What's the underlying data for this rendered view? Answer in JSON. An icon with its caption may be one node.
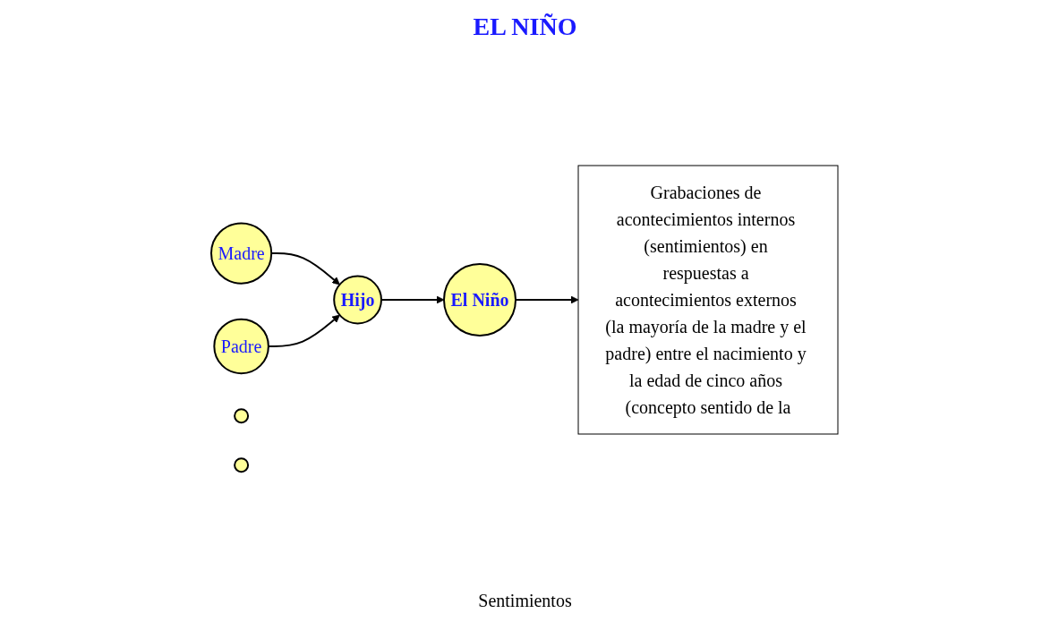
{
  "diagram": {
    "title": "EL NIÑO",
    "nodes": [
      {
        "text": [
          "Madre"
        ]
      },
      {
        "text": [
          "Padre"
        ]
      },
      {
        "text": [
          "Hijo"
        ]
      },
      {
        "text": [],
        "shape": "circle"
      },
      {
        "text": [],
        "shape": "circle"
      },
      {
        "text": [
          "El Niño"
        ]
      },
      {
        "text": [
          "Grabaciones de acontecimientos internos (sentimientos) en respuestas a acontecimientos externos (la mayoría de la madre y el padre) entre el nacimiento y la edad de cinco años (concepto sentido de la"
        ]
      }
    ],
    "edges": [
      {
        "from": 0,
        "to": 2,
        "arrow": "to"
      },
      {
        "from": 1,
        "to": 2,
        "arrow": "to"
      },
      {
        "from": 2,
        "to": 5,
        "arrow": "to"
      },
      {
        "from": 5,
        "to": 6,
        "arrow": "to"
      }
    ],
    "labels": [
      "Sentimientos"
    ]
  }
}
